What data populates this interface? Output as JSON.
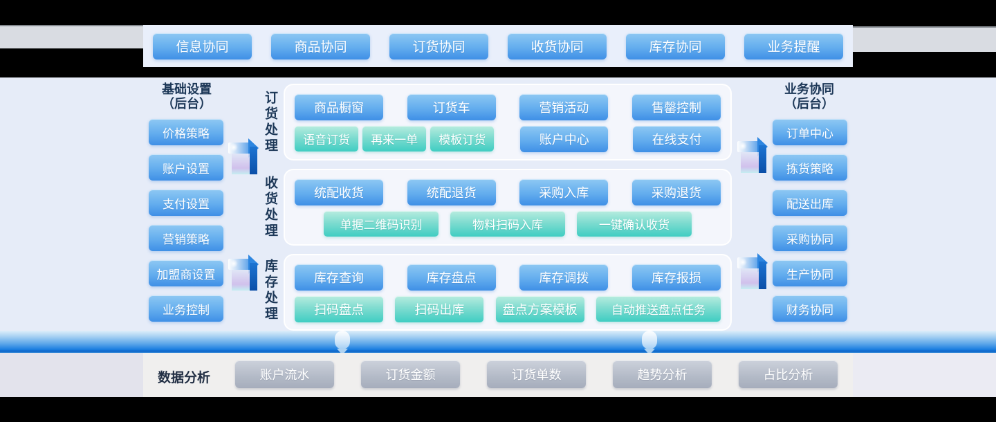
{
  "colors": {
    "accent_blue": "#3f8fe6",
    "accent_teal": "#3fcdc2",
    "panel_light_blue": "#e6ecf8",
    "flow_bar_blue": "#1b7ee0",
    "button_gray": "#aab1bf",
    "heading_text": "#1c3757"
  },
  "top_bar": {
    "buttons": [
      "信息协同",
      "商品协同",
      "订货协同",
      "收货协同",
      "库存协同",
      "业务提醒"
    ]
  },
  "left_column": {
    "title": [
      "基础设置",
      "（后台）"
    ],
    "items": [
      "价格策略",
      "账户设置",
      "支付设置",
      "营销策略",
      "加盟商设置",
      "业务控制"
    ]
  },
  "sections": [
    {
      "label": "订货处理",
      "row1": [
        "商品橱窗",
        "订货车",
        "营销活动",
        "售罄控制"
      ],
      "row2": [
        "语音订货",
        "再来一单",
        "模板订货",
        "账户中心",
        "在线支付"
      ]
    },
    {
      "label": "收货处理",
      "row1": [
        "统配收货",
        "统配退货",
        "采购入库",
        "采购退货"
      ],
      "row2": [
        "单据二维码识别",
        "物料扫码入库",
        "一键确认收货"
      ]
    },
    {
      "label": "库存处理",
      "row1": [
        "库存查询",
        "库存盘点",
        "库存调拨",
        "库存报损"
      ],
      "row2": [
        "扫码盘点",
        "扫码出库",
        "盘点方案模板",
        "自动推送盘点任务"
      ]
    }
  ],
  "right_column": {
    "title": [
      "业务协同",
      "（后台）"
    ],
    "items": [
      "订单中心",
      "拣货策略",
      "配送出库",
      "采购协同",
      "生产协同",
      "财务协同"
    ]
  },
  "bottom_bar": {
    "label": "数据分析",
    "buttons": [
      "账户流水",
      "订货金额",
      "订货单数",
      "趋势分析",
      "占比分析"
    ]
  }
}
